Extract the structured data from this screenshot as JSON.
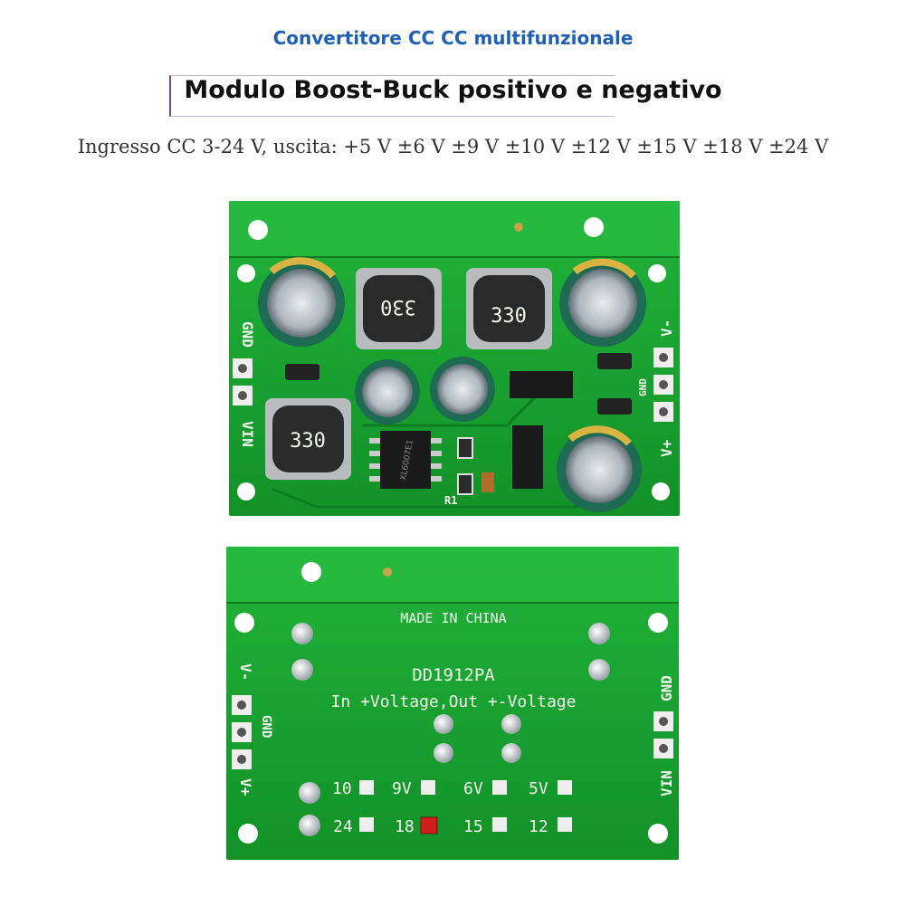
{
  "header": {
    "subtitle": "Convertitore CC CC multifunzionale",
    "title": "Modulo Boost-Buck positivo e negativo",
    "spec": "Ingresso CC 3-24 V, uscita: +5 V ±6 V ±9 V ±10 V ±12 V ±15 V ±18 V ±24 V"
  },
  "board_top": {
    "labels": {
      "gnd_left": "GND",
      "vin": "VIN",
      "v_minus": "V-",
      "gnd_right": "GND",
      "v_plus": "V+",
      "r1": "R1"
    },
    "inductor_labels": [
      "330",
      "330",
      "330"
    ],
    "ic_text": "XL6007E1"
  },
  "board_bottom": {
    "made_in": "MADE IN CHINA",
    "model": "DD1912PA",
    "io_text": "In +Voltage,Out +-Voltage",
    "left_labels": {
      "v_minus": "V-",
      "gnd": "GND",
      "v_plus": "V+"
    },
    "right_labels": {
      "gnd": "GND",
      "vin": "VIN"
    },
    "voltage_pads_row1": [
      "10",
      "9V",
      "6V",
      "5V"
    ],
    "voltage_pads_row2": [
      "24",
      "18",
      "15",
      "12"
    ]
  },
  "colors": {
    "pcb": "#18a52f",
    "pcb_dark": "#0f8a24",
    "accent": "#1f5fb4",
    "selected_pad": "#d21d1d"
  }
}
